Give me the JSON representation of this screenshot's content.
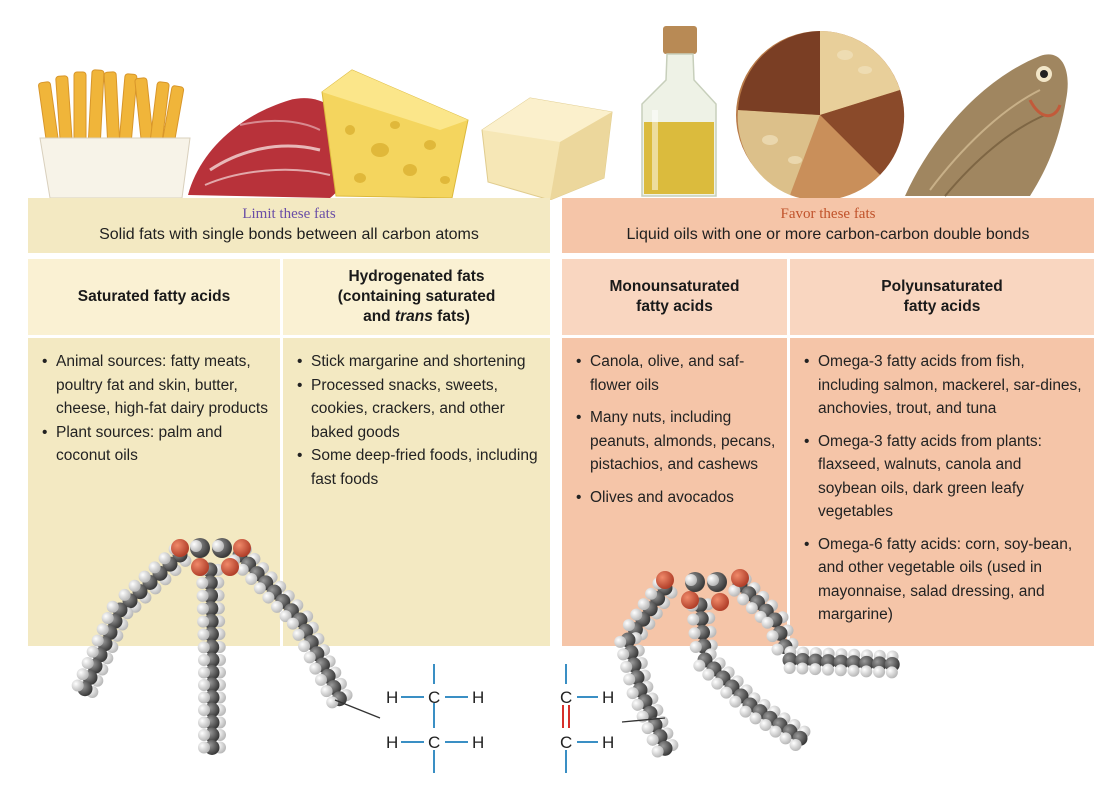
{
  "foods": {
    "left": [
      "fries-photo",
      "steak-photo",
      "cheese-photo",
      "butter-photo"
    ],
    "right": [
      "olive-oil-photo",
      "nuts-photo",
      "fish-photo"
    ]
  },
  "limit": {
    "kicker": "Limit these fats",
    "description": "Solid fats with single bonds between all carbon atoms",
    "columns": [
      {
        "title": "Saturated fatty acids",
        "items": [
          "Animal sources: fatty meats, poultry fat and skin, butter, cheese, high-fat dairy products",
          "Plant sources: palm and coconut oils"
        ]
      },
      {
        "title_lines": [
          "Hydrogenated fats",
          "(containing saturated",
          "and trans fats)"
        ],
        "items": [
          "Stick margarine and shortening",
          "Processed snacks, sweets, cookies, crackers, and other baked goods",
          "Some deep-fried foods, including fast foods"
        ]
      }
    ]
  },
  "favor": {
    "kicker": "Favor these fats",
    "description": "Liquid oils with one or more carbon-carbon double bonds",
    "columns": [
      {
        "title_lines": [
          "Monounsaturated",
          "fatty acids"
        ],
        "items": [
          "Canola, olive, and saf-flower oils",
          "Many nuts, including peanuts, almonds, pecans, pistachios, and cashews",
          "Olives and avocados"
        ]
      },
      {
        "title_lines": [
          "Polyunsaturated",
          "fatty acids"
        ],
        "items": [
          "Omega-3 fatty acids from fish, including salmon, mackerel, sar-dines, anchovies, trout, and tuna",
          "Omega-3 fatty acids from plants: flaxseed, walnuts, canola and soybean oils, dark green leafy vegetables",
          "Omega-6 fatty acids: corn, soy-bean, and other vegetable oils (used in mayonnaise, salad dressing, and margarine)"
        ]
      }
    ]
  },
  "structures": {
    "single_bond_atoms": [
      "H",
      "C",
      "H"
    ],
    "double_bond_atom": "C",
    "double_bond_h": "H"
  },
  "colors": {
    "limit_header": "#f3e9c2",
    "favor_header": "#f5c5a8",
    "limit_kicker": "#6a4ea6",
    "favor_kicker": "#c0532b",
    "bond_blue": "#3a8fc4",
    "double_bond_red": "#d6302a"
  }
}
